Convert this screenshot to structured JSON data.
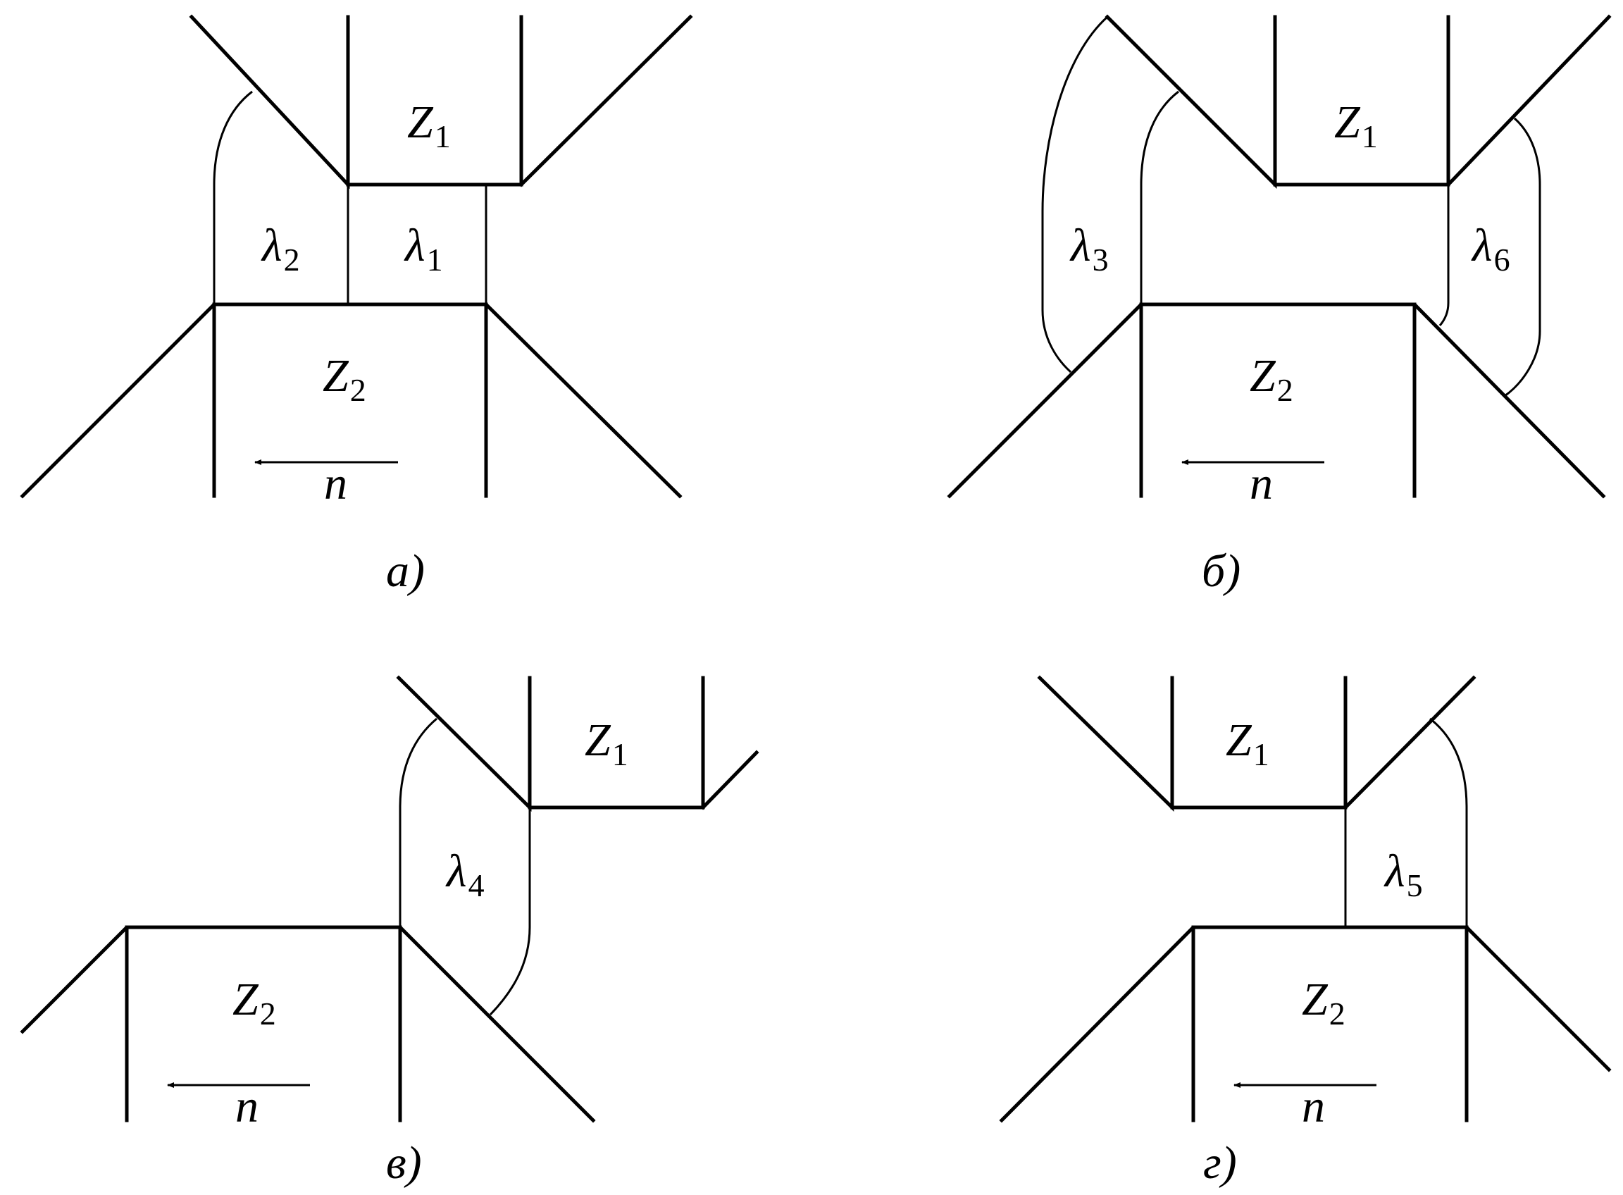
{
  "panels": [
    {
      "caption": "а)",
      "zone_top": {
        "letter": "Z",
        "index": "1"
      },
      "zone_bottom": {
        "letter": "Z",
        "index": "2"
      },
      "lambdas": [
        {
          "letter": "λ",
          "index": "2"
        },
        {
          "letter": "λ",
          "index": "1"
        }
      ],
      "arrow_label": "n"
    },
    {
      "caption": "б)",
      "zone_top": {
        "letter": "Z",
        "index": "1"
      },
      "zone_bottom": {
        "letter": "Z",
        "index": "2"
      },
      "lambdas": [
        {
          "letter": "λ",
          "index": "3"
        },
        {
          "letter": "λ",
          "index": "6"
        }
      ],
      "arrow_label": "n"
    },
    {
      "caption": "в)",
      "zone_top": {
        "letter": "Z",
        "index": "1"
      },
      "zone_bottom": {
        "letter": "Z",
        "index": "2"
      },
      "lambdas": [
        {
          "letter": "λ",
          "index": "4"
        }
      ],
      "arrow_label": "n"
    },
    {
      "caption": "г)",
      "zone_top": {
        "letter": "Z",
        "index": "1"
      },
      "zone_bottom": {
        "letter": "Z",
        "index": "2"
      },
      "lambdas": [
        {
          "letter": "λ",
          "index": "5"
        }
      ],
      "arrow_label": "n"
    }
  ]
}
